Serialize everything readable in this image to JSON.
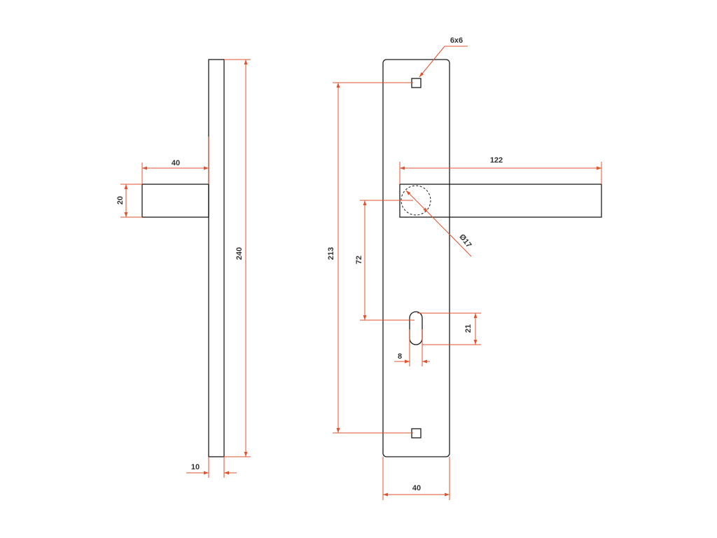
{
  "colors": {
    "part_outline": "#1a1a1a",
    "dimension": "#e0522f",
    "label": "#333333",
    "background": "#ffffff"
  },
  "side_view": {
    "plate_height": "240",
    "plate_thickness": "10",
    "handle_projection": "40",
    "handle_height": "20"
  },
  "front_view": {
    "screw_hole_size": "6x6",
    "hole_spacing": "213",
    "spindle_to_keyhole": "72",
    "lever_length": "122",
    "spindle_diameter": "Ø17",
    "keyhole_height": "21",
    "keyhole_width": "8",
    "plate_width": "40"
  }
}
